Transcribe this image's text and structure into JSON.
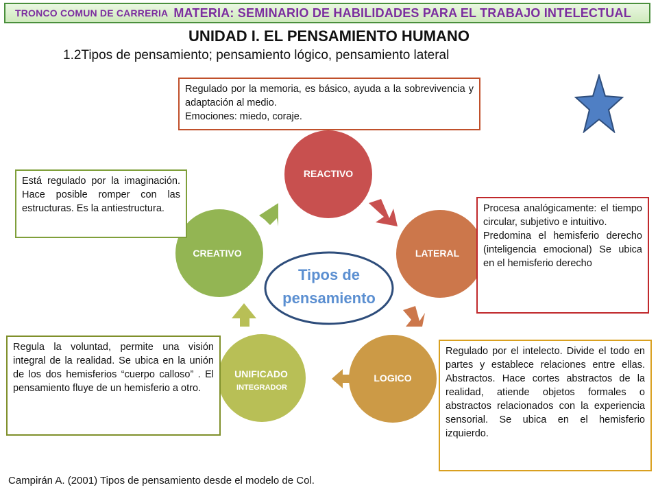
{
  "banner": {
    "prefix": "TRONCO COMUN DE CARRERIA",
    "course": "MATERIA: SEMINARIO DE HABILIDADES  PARA EL TRABAJO INTELECTUAL"
  },
  "heading": {
    "title": "UNIDAD I. EL PENSAMIENTO HUMANO",
    "subtitle": "1.2Tipos de pensamiento; pensamiento lógico, pensamiento lateral"
  },
  "diagram": {
    "center_line1": "Tipos de",
    "center_line2": "pensamiento",
    "nodes": [
      {
        "key": "reactivo",
        "label": "REACTIVO",
        "color": "#c8504f"
      },
      {
        "key": "lateral",
        "label": "LATERAL",
        "color": "#cc774b"
      },
      {
        "key": "logico",
        "label": "LOGICO",
        "color": "#cc9a46"
      },
      {
        "key": "unificado",
        "label": "UNIFICADO",
        "sublabel": "INTEGRADOR",
        "color": "#b8bf56"
      },
      {
        "key": "creativo",
        "label": "CREATIVO",
        "color": "#93b553"
      }
    ]
  },
  "boxes": {
    "reactivo": [
      "Regulado por la memoria, es básico, ayuda a la sobrevivencia y adaptación al medio.",
      "Emociones: miedo, coraje."
    ],
    "creativo": [
      "Está regulado por la imaginación. Hace posible romper con las estructuras. Es la antiestructura."
    ],
    "lateral": [
      "Procesa analógicamente: el tiempo circular, subjetivo e intuitivo.",
      "Predomina el hemisferio derecho (inteligencia emocional) Se ubica en el hemisferio derecho"
    ],
    "unificado": [
      "Regula la voluntad, permite una visión integral de la realidad. Se ubica en la unión de los dos hemisferios “cuerpo calloso” . El pensamiento fluye de un hemisferio a otro."
    ],
    "logico": [
      "Regulado por el intelecto. Divide el todo en partes y establece relaciones entre ellas. Abstractos. Hace cortes abstractos de la realidad, atiende objetos formales o abstractos relacionados con la experiencia sensorial. Se ubica en el hemisferio izquierdo."
    ]
  },
  "citation": "Campirán A. (2001) Tipos de pensamiento desde el  modelo de Col.",
  "colors": {
    "banner_border": "#4a8f3c",
    "banner_text": "#7b2d9e",
    "center_ellipse": "#2e4d7b",
    "center_text": "#5b8fd1",
    "star_fill": "#4f7fc4",
    "box_reactivo_border": "#c0502b",
    "box_creativo_border": "#7f9f3a",
    "box_lateral_border": "#c0282b",
    "box_unificado_border": "#7f8f2a",
    "box_logico_border": "#d9a020"
  }
}
